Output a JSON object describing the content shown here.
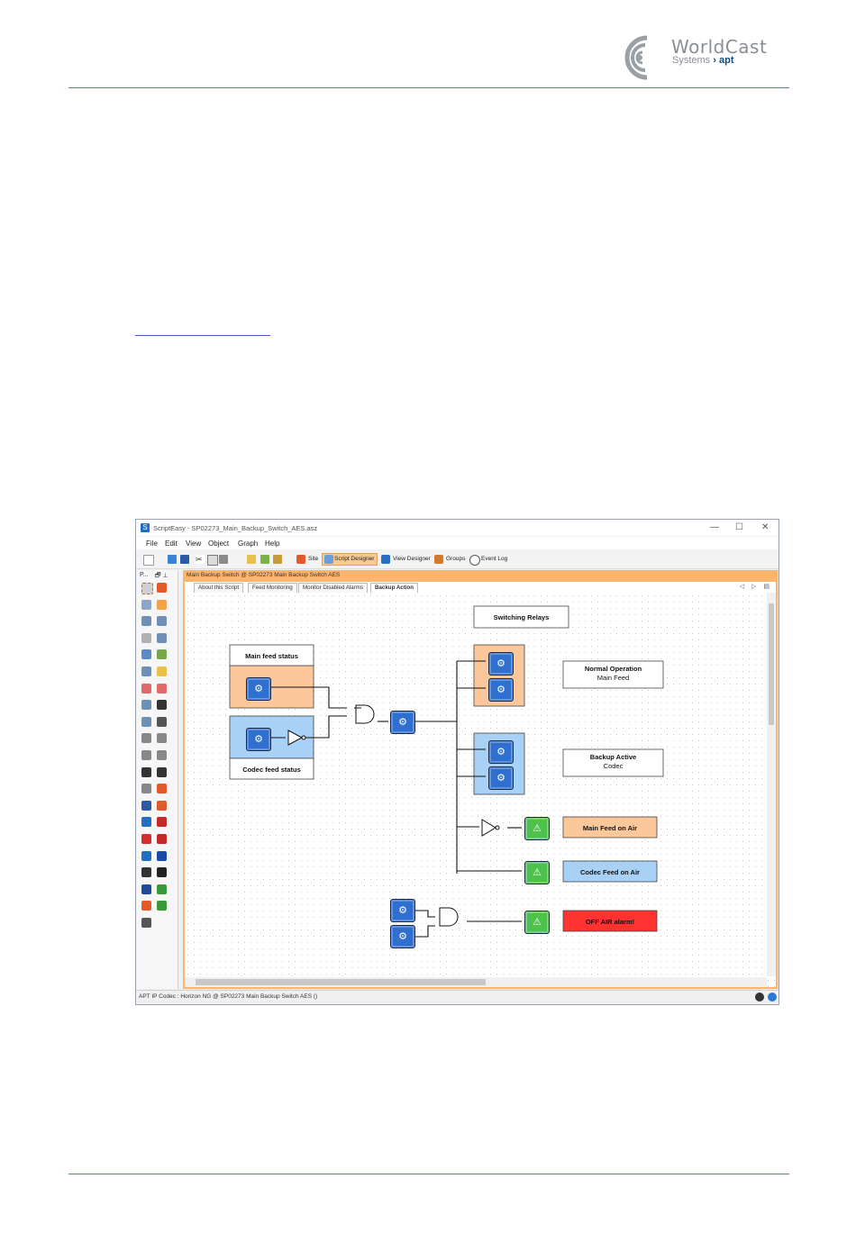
{
  "header": {
    "brand": "WorldCast",
    "brand_sub": "Systems",
    "brand_apt": "apt"
  },
  "window": {
    "title": "ScriptEasy - SP02273_Main_Backup_Switch_AES.asz",
    "controls": {
      "minimize": "—",
      "maximize": "☐",
      "close": "✕"
    },
    "menu": [
      "File",
      "Edit",
      "View",
      "Object",
      "Graph",
      "Help"
    ],
    "toolbar": {
      "site": "Site",
      "script_designer": "Script Designer",
      "view_designer": "View Designer",
      "groups": "Groups",
      "event_log": "Event Log"
    },
    "palette_header": "P...",
    "palette_controls": "🗗 ⊥",
    "document_title": "Main Backup Switch @ SP02273 Main Backup Switch AES",
    "tabs": [
      "About this Script",
      "Feed Monitoring",
      "Monitor Disabled Alarms",
      "Backup Action"
    ],
    "tab_nav": "◁ ▷ ▤",
    "status_text": "APT IP Codec : Horizon NG @ SP02273 Main Backup Switch AES ()"
  },
  "diagram": {
    "switching_relays": "Switching Relays",
    "main_feed_status": "Main feed status",
    "codec_feed_status": "Codec feed status",
    "normal_operation": "Normal Operation",
    "normal_operation_sub": "Main Feed",
    "backup_active": "Backup Active",
    "backup_active_sub": "Codec",
    "main_feed_on_air": "Main Feed on Air",
    "codec_feed_on_air": "Codec Feed on Air",
    "off_air_alarm": "OFF AIR alarm!"
  },
  "colors": {
    "accent_orange": "#fbb56e",
    "group_orange": "#fcc89b",
    "group_blue": "#a8d1f5",
    "alarm_red": "#ff3232",
    "node_blue": "#2f6fd0",
    "node_green": "#4cc24c"
  }
}
